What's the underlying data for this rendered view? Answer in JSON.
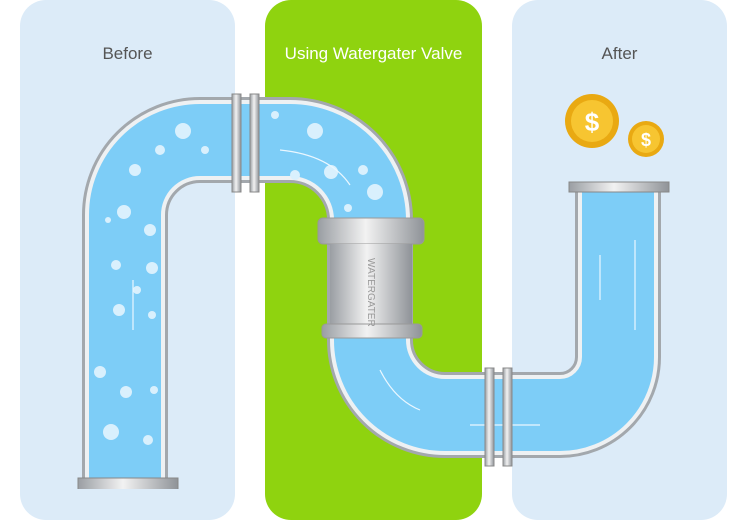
{
  "panels": [
    {
      "title": "Before"
    },
    {
      "title": "Using Watergater Valve"
    },
    {
      "title": "After"
    }
  ],
  "valve": {
    "label": "WATERGATER"
  },
  "coins": {
    "symbol": "$"
  },
  "colors": {
    "panel_light": "#dcebf8",
    "panel_green": "#8fd30f",
    "water": "#7dcdf7",
    "pipe": "#a9aeb3",
    "coin": "#f2b51c"
  }
}
